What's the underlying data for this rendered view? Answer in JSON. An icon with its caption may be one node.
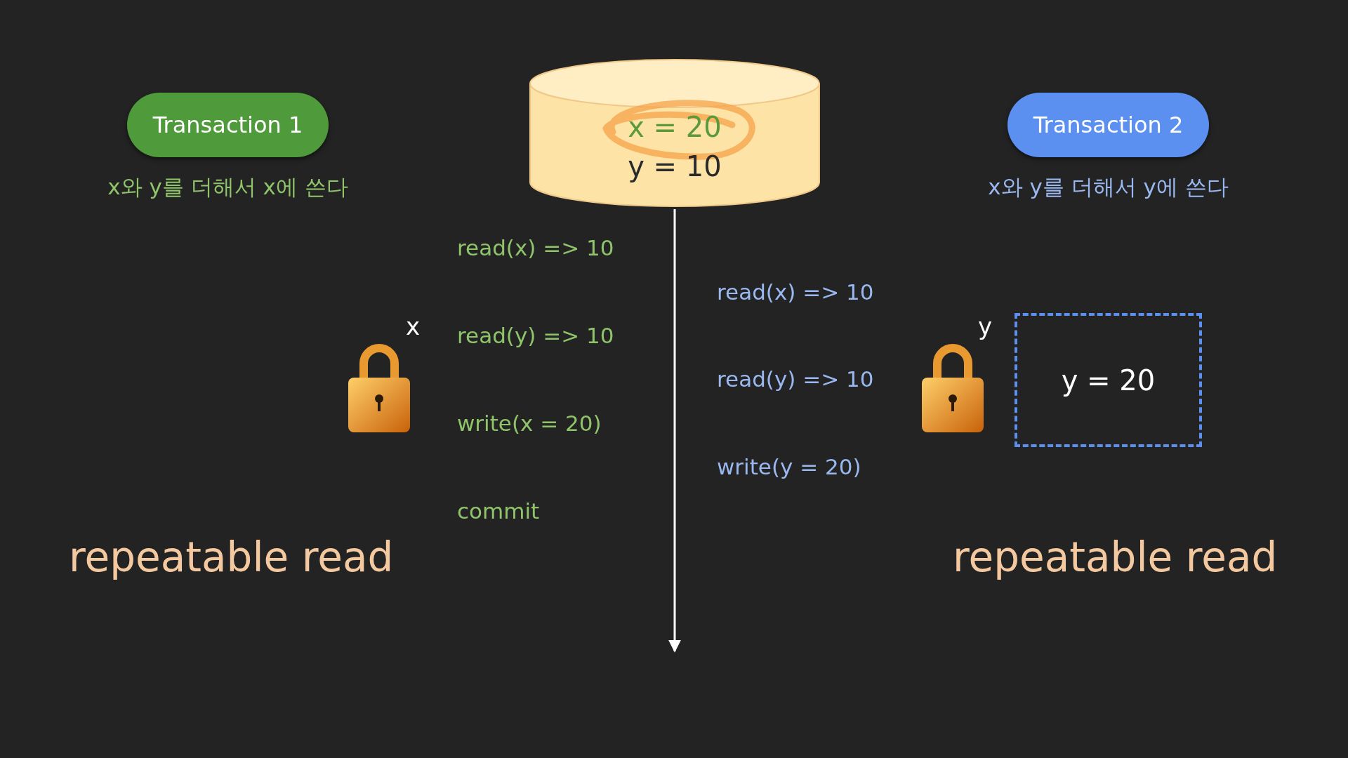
{
  "diagram": {
    "nodes": [
      {
        "text": [
          "Transaction 1"
        ],
        "beside": [
          "x와 y를 더해서 x에 쓴다"
        ]
      },
      {
        "text": [
          "x = 20",
          "y = 10"
        ]
      },
      {
        "text": [
          "Transaction 2"
        ],
        "beside": [
          "x와 y를 더해서 y에 쓴다"
        ]
      },
      {
        "text": [
          "y = 20"
        ]
      }
    ],
    "labels": [
      "read(x) => 10",
      "read(x) => 10",
      "x",
      "y",
      "read(y) => 10",
      "read(y) => 10",
      "write(x = 20)",
      "write(y = 20)",
      "commit",
      "repeatable read",
      "repeatable read"
    ]
  }
}
